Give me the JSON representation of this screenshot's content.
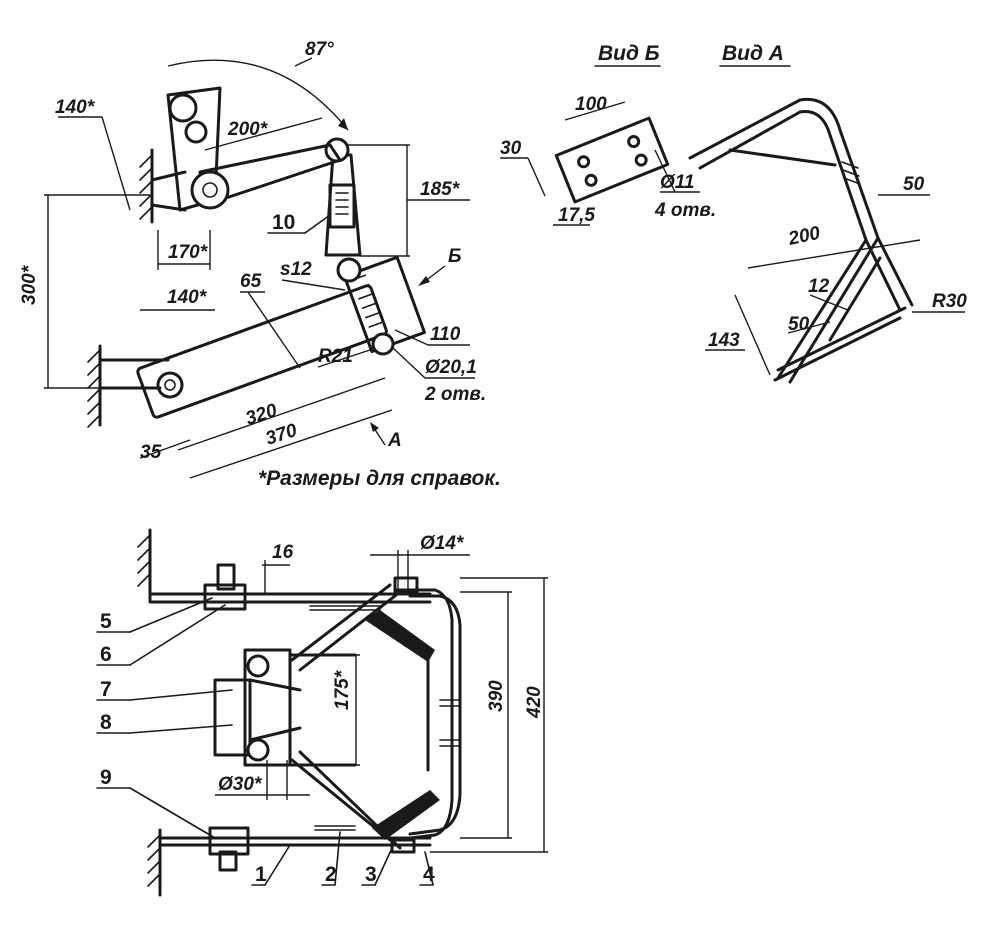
{
  "views": {
    "view_b": "Вид Б",
    "view_a": "Вид А",
    "arrow_b": "Б",
    "arrow_a": "А"
  },
  "note": "*Размеры для справок.",
  "dims_side": {
    "angle": "87°",
    "d140a": "140*",
    "d200": "200*",
    "d185": "185*",
    "d300": "300*",
    "d170": "170*",
    "d140b": "140*",
    "d65": "65",
    "s12": "s12",
    "d110": "110",
    "r21": "R21",
    "d20": "Ø20,1",
    "holes2": "2 отв.",
    "d320": "320",
    "d370": "370",
    "d35": "35"
  },
  "dims_view_b": {
    "d100": "100",
    "d30": "30",
    "d17": "17,5",
    "d11": "Ø11",
    "holes4": "4 отв."
  },
  "dims_view_a": {
    "d50a": "50",
    "d200": "200",
    "d12": "12",
    "d50b": "50",
    "r30": "R30",
    "d143": "143"
  },
  "dims_plan": {
    "d14": "Ø14*",
    "d16": "16",
    "d175": "175*",
    "d390": "390",
    "d420": "420",
    "d30": "Ø30*"
  },
  "callouts": {
    "c1": "1",
    "c2": "2",
    "c3": "3",
    "c4": "4",
    "c5": "5",
    "c6": "6",
    "c7": "7",
    "c8": "8",
    "c9": "9",
    "c10": "10"
  }
}
